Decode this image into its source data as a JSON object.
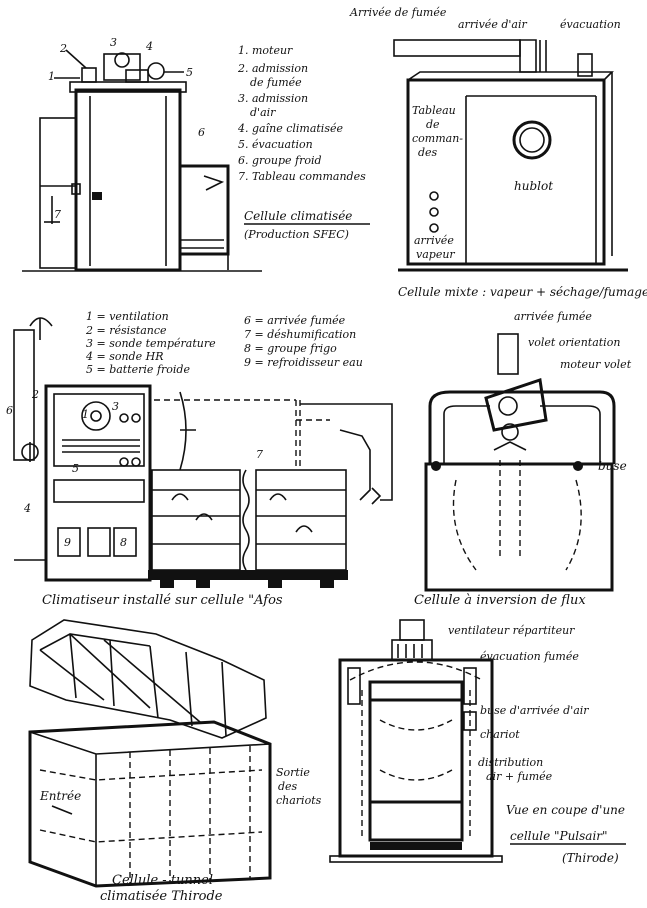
{
  "panel1": {
    "numbers": [
      "1",
      "2",
      "3",
      "4",
      "5",
      "6",
      "7"
    ],
    "legend": [
      "1. moteur",
      "2. admission",
      "de fumée",
      "3. admission",
      "d'air",
      "4. gaîne climatisée",
      "5. évacuation",
      "6. groupe froid",
      "7. Tableau commandes"
    ],
    "caption_1": "Cellule climatisée",
    "caption_2": "(Production SFEC)"
  },
  "panel2": {
    "label_smoke": "Arrivée de fumée",
    "label_air": "arrivée d'air",
    "label_exhaust": "évacuation",
    "label_panel": [
      "Tableau",
      "de",
      "comman-",
      "des"
    ],
    "label_window": "hublot",
    "label_steam": [
      "arrivée",
      "vapeur"
    ],
    "caption": "Cellule mixte : vapeur + séchage/fumage"
  },
  "panel3": {
    "legend_left": [
      "1 = ventilation",
      "2 = résistance",
      "3 = sonde température",
      "4 = sonde HR",
      "5 = batterie froide"
    ],
    "legend_right": [
      "6 = arrivée fumée",
      "7 = déshumification",
      "8 = groupe frigo",
      "9 = refroidisseur eau"
    ],
    "markers": [
      "1",
      "2",
      "3",
      "4",
      "5",
      "6",
      "7",
      "8",
      "9"
    ],
    "caption": "Climatiseur installé sur cellule \"Afos"
  },
  "panel4": {
    "label_smoke": "arrivée fumée",
    "label_flap": "volet orientation",
    "label_motor": "moteur volet",
    "label_nozzle": "buse",
    "caption": "Cellule à inversion de flux"
  },
  "panel5": {
    "label_entry": "Entrée",
    "label_exit": [
      "Sortie",
      "des",
      "chariots"
    ],
    "caption_1": "Cellule - tunnel",
    "caption_2": "climatisée Thirode"
  },
  "panel6": {
    "label_fan": "ventilateur répartiteur",
    "label_exhaust": "évacuation fumée",
    "label_nozzle": "buse d'arrivée d'air",
    "label_trolley": "chariot",
    "label_dist": [
      "distribution",
      "air + fumée"
    ],
    "caption_1": "Vue en coupe d'une",
    "caption_2": "cellule \"Pulsair\"",
    "caption_3": "(Thirode)"
  }
}
